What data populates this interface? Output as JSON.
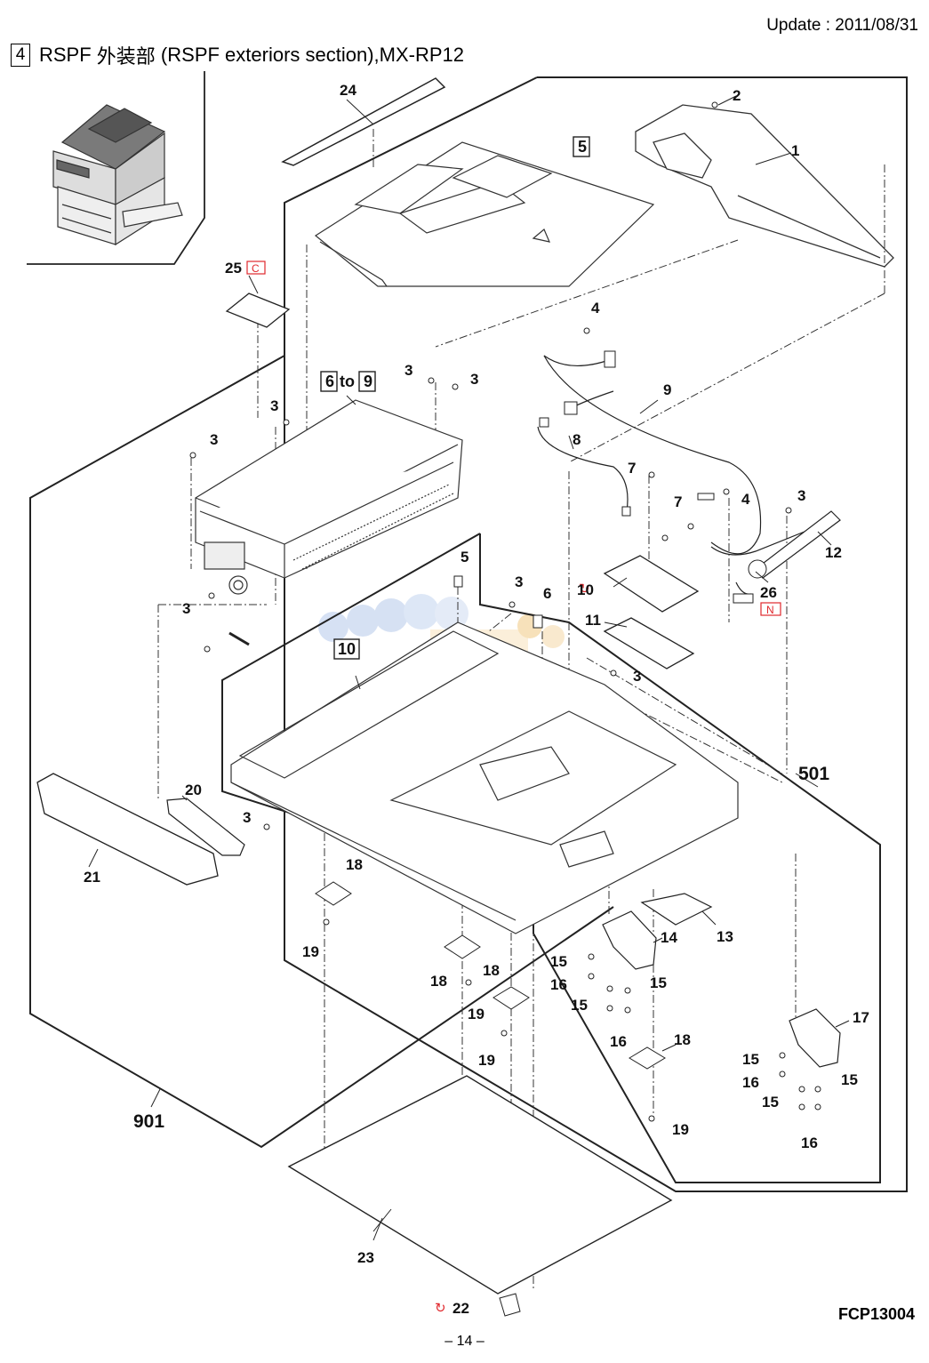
{
  "update_text": "Update : 2011/08/31",
  "header": {
    "section_number": "4",
    "title_prefix": "RSPF ",
    "title_cjk": "外装部",
    "title_suffix": " (RSPF exteriors section),MX-RP12"
  },
  "labels": {
    "p1": "1",
    "p2": "2",
    "p3": "3",
    "p4": "4",
    "p5": "5",
    "p6": "6",
    "p7": "7",
    "p8": "8",
    "p9": "9",
    "p10": "10",
    "p11": "11",
    "p12": "12",
    "p13": "13",
    "p14": "14",
    "p15": "15",
    "p16": "16",
    "p17": "17",
    "p18": "18",
    "p19": "19",
    "p20": "20",
    "p21": "21",
    "p22": "22",
    "p23": "23",
    "p24": "24",
    "p25": "25",
    "p26": "26",
    "p501": "501",
    "p901": "901",
    "to": "to",
    "badge_c": "C",
    "badge_n": "N"
  },
  "colors": {
    "line": "#222222",
    "badge_red": "#e0282d",
    "watermark_blue": "#cfdcf2",
    "watermark_orange": "#f6dcae"
  },
  "footer": {
    "code": "FCP13004",
    "page": "– 14 –"
  }
}
